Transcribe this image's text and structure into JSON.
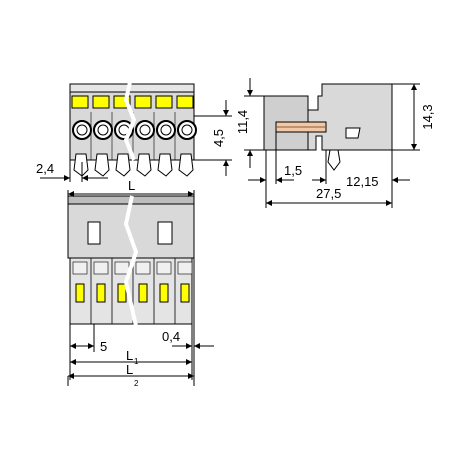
{
  "drawing": {
    "front_view": {
      "pole_count": 6,
      "dim_pitch_offset": "2,4",
      "dim_height": "4,5"
    },
    "side_view": {
      "dim_height_inner": "11,4",
      "dim_height_total": "14,3",
      "dim_pin": "1,5",
      "dim_body": "12,15",
      "dim_length": "27,5"
    },
    "top_view": {
      "pole_count": 6,
      "dim_L": "L",
      "dim_pitch": "5",
      "dim_gap": "0,4",
      "dim_L1": "L",
      "dim_L1_sub": "1",
      "dim_L2": "L",
      "dim_L2_sub": "2"
    },
    "colors": {
      "housing": "#d9d9d9",
      "housing_dark": "#b5b5b5",
      "outline": "#000000",
      "latch": "#ffff00",
      "contact": "#f2c9a8"
    }
  }
}
